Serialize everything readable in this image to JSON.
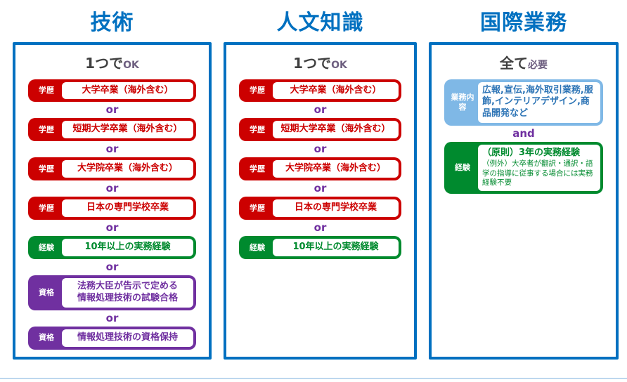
{
  "palette": {
    "title_blue": "#0070C0",
    "box_border_blue": "#0070C0",
    "red": "#CC0000",
    "green": "#008A2E",
    "purple": "#7030A0",
    "light_blue": "#7FB8E6",
    "light_blue_text": "#2E75B6",
    "connector_purple": "#7030A0",
    "header_gray": "#404040",
    "bottom_rule": "#BDD7EE"
  },
  "columns": [
    {
      "title": "技術",
      "header_main": "1つで",
      "header_sub": "OK",
      "connector": "or",
      "rows": [
        {
          "label": "学歴",
          "color": "red",
          "lines": [
            "大学卒業（海外含む）"
          ]
        },
        {
          "label": "学歴",
          "color": "red",
          "lines": [
            "短期大学卒業（海外含む）"
          ]
        },
        {
          "label": "学歴",
          "color": "red",
          "lines": [
            "大学院卒業（海外含む）"
          ]
        },
        {
          "label": "学歴",
          "color": "red",
          "lines": [
            "日本の専門学校卒業"
          ]
        },
        {
          "label": "経験",
          "color": "green",
          "lines": [
            "10年以上の実務経験"
          ]
        },
        {
          "label": "資格",
          "color": "purple",
          "lines": [
            "法務大臣が告示で定める",
            "情報処理技術の試験合格"
          ]
        },
        {
          "label": "資格",
          "color": "purple",
          "lines": [
            "情報処理技術の資格保持"
          ]
        }
      ]
    },
    {
      "title": "人文知識",
      "header_main": "1つで",
      "header_sub": "OK",
      "connector": "or",
      "rows": [
        {
          "label": "学歴",
          "color": "red",
          "lines": [
            "大学卒業（海外含む）"
          ]
        },
        {
          "label": "学歴",
          "color": "red",
          "lines": [
            "短期大学卒業（海外含む）"
          ]
        },
        {
          "label": "学歴",
          "color": "red",
          "lines": [
            "大学院卒業（海外含む）"
          ]
        },
        {
          "label": "学歴",
          "color": "red",
          "lines": [
            "日本の専門学校卒業"
          ]
        },
        {
          "label": "経験",
          "color": "green",
          "lines": [
            "10年以上の実務経験"
          ]
        }
      ]
    },
    {
      "title": "国際業務",
      "header_main": "全て",
      "header_sub": "必要",
      "connector": "and",
      "rows": [
        {
          "label": "業務内容",
          "color": "lightblue",
          "lines": [
            "広報,宣伝,海外取引業務,服飾,インテリアデザイン,商品開発など"
          ]
        },
        {
          "label": "経験",
          "color": "green",
          "lines": [
            "（原則）3年の実務経験",
            "（例外）大卒者が翻訳・通訳・語学の指導に従事する場合には実務経験不要"
          ]
        }
      ]
    }
  ]
}
